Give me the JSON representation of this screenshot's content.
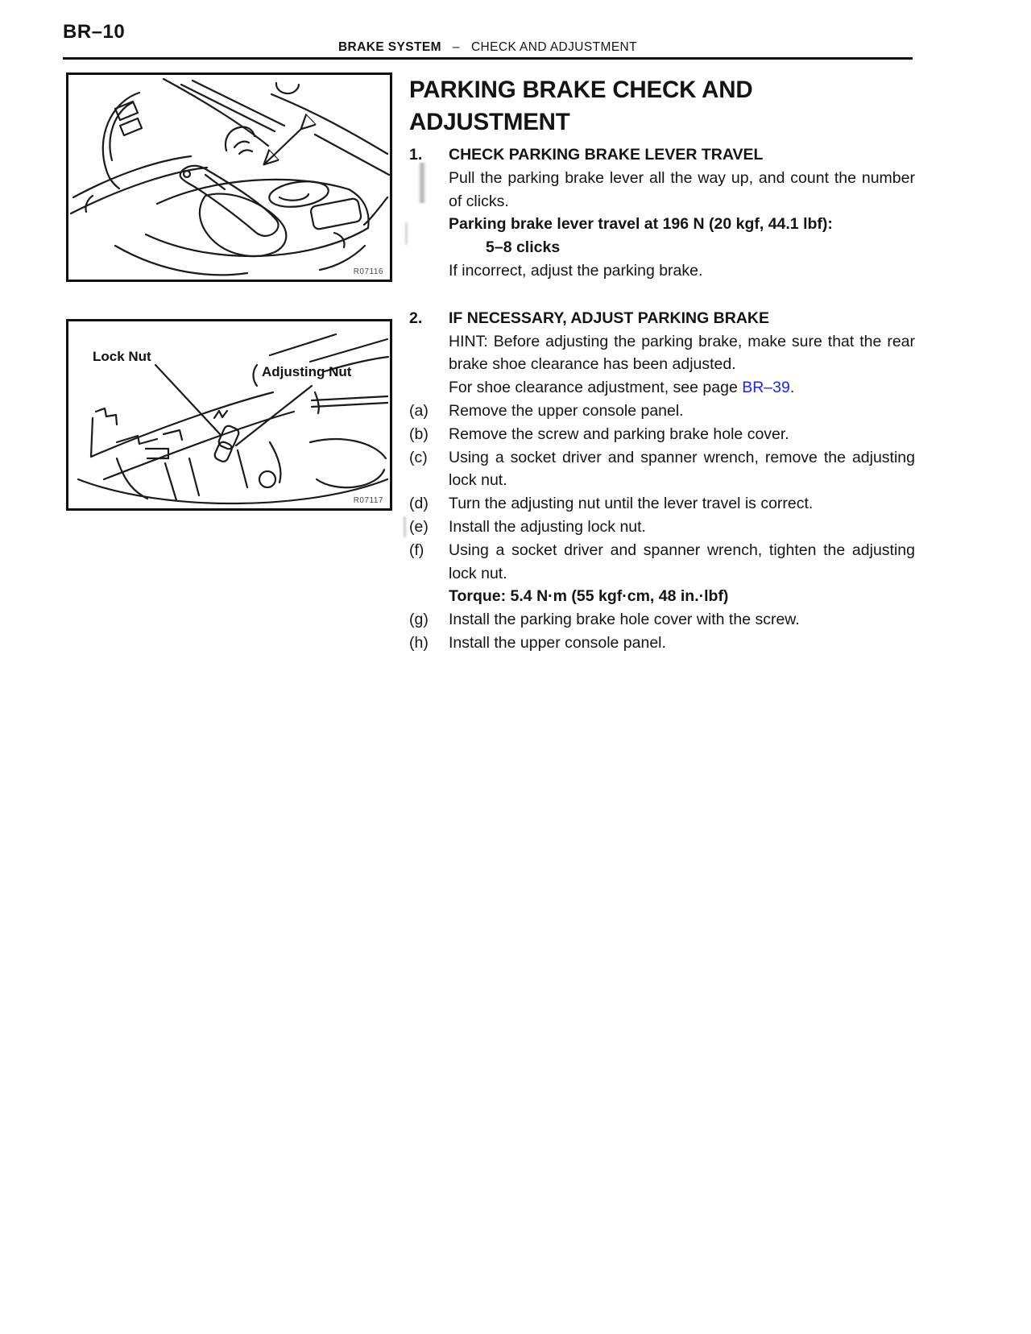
{
  "header": {
    "page_code": "BR–10",
    "section": "BRAKE SYSTEM",
    "dash": "–",
    "subsection": "CHECK AND ADJUSTMENT"
  },
  "title": "PARKING BRAKE CHECK AND ADJUSTMENT",
  "figures": {
    "fig1": {
      "code": "R07116"
    },
    "fig2": {
      "code": "R07117",
      "label_lock": "Lock Nut",
      "label_adjust": "Adjusting Nut"
    }
  },
  "section1": {
    "number": "1.",
    "heading": "CHECK PARKING BRAKE LEVER TRAVEL",
    "body1": "Pull the parking brake lever all the way up, and count the number of clicks.",
    "spec": "Parking brake lever travel at 196 N (20 kgf, 44.1 lbf):",
    "spec_value": "5–8 clicks",
    "body2": "If incorrect, adjust the parking brake."
  },
  "section2": {
    "number": "2.",
    "heading": "IF NECESSARY, ADJUST PARKING BRAKE",
    "hint": "HINT: Before adjusting the parking brake, make sure that the rear brake shoe clearance has been adjusted.",
    "ref_prefix": "For shoe clearance adjustment, see page ",
    "ref_link": "BR–39",
    "ref_suffix": ".",
    "steps": [
      {
        "label": "(a)",
        "text": "Remove the upper console panel."
      },
      {
        "label": "(b)",
        "text": "Remove the screw and parking brake hole cover."
      },
      {
        "label": "(c)",
        "text": "Using a socket driver and spanner wrench, remove the adjusting lock nut."
      },
      {
        "label": "(d)",
        "text": "Turn the adjusting nut until the lever travel is correct."
      },
      {
        "label": "(e)",
        "text": "Install the adjusting lock nut."
      },
      {
        "label": "(f)",
        "text": "Using a socket driver and spanner wrench, tighten the adjusting lock nut.",
        "torque": "Torque: 5.4 N·m (55 kgf·cm, 48 in.·lbf)"
      },
      {
        "label": "(g)",
        "text": "Install the parking brake hole cover with the screw."
      },
      {
        "label": "(h)",
        "text": "Install the upper console panel."
      }
    ]
  },
  "colors": {
    "link": "#2222ee",
    "ink": "#141414"
  }
}
